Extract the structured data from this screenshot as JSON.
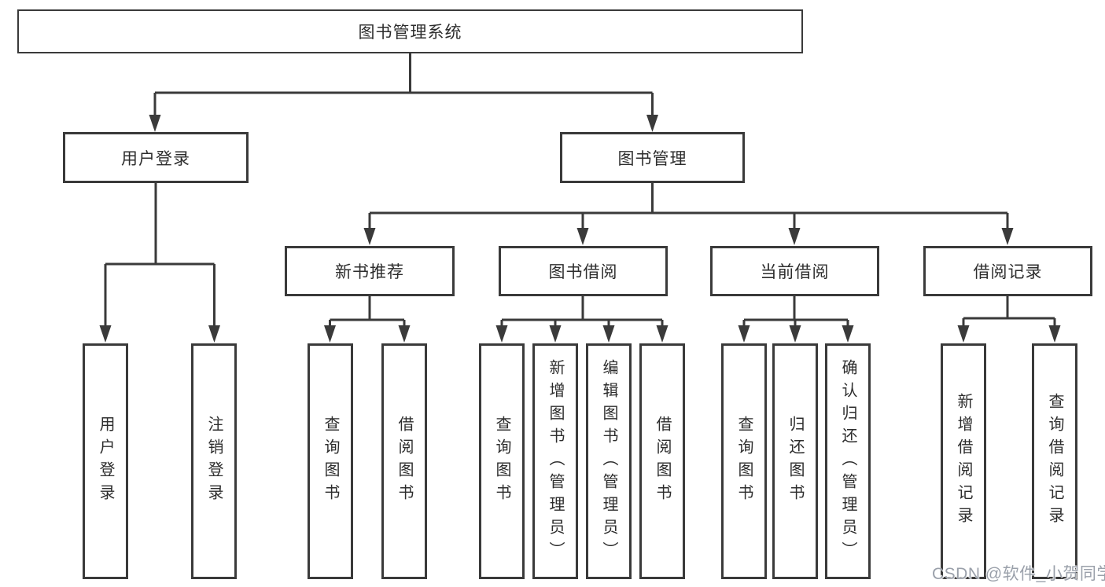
{
  "diagram": {
    "title": "图书管理系统",
    "branches": [
      {
        "label": "用户登录",
        "children": [
          "用户登录",
          "注销登录"
        ]
      },
      {
        "label": "图书管理",
        "children": [
          {
            "label": "新书推荐",
            "children": [
              "查询图书",
              "借阅图书"
            ]
          },
          {
            "label": "图书借阅",
            "children": [
              "查询图书",
              "新增图书（管理员）",
              "编辑图书（管理员）",
              "借阅图书"
            ]
          },
          {
            "label": "当前借阅",
            "children": [
              "查询图书",
              "归还图书",
              "确认归还（管理员）"
            ]
          },
          {
            "label": "借阅记录",
            "children": [
              "新增借阅记录",
              "查询借阅记录"
            ]
          }
        ]
      }
    ]
  },
  "watermark": {
    "text": "CSDN @软件_小贺同学",
    "color": "#9aa0aa"
  },
  "colors": {
    "line": "#3a3a3a",
    "box_border": "#3a3a3a",
    "text": "#2d2d2d",
    "background": "#ffffff"
  }
}
